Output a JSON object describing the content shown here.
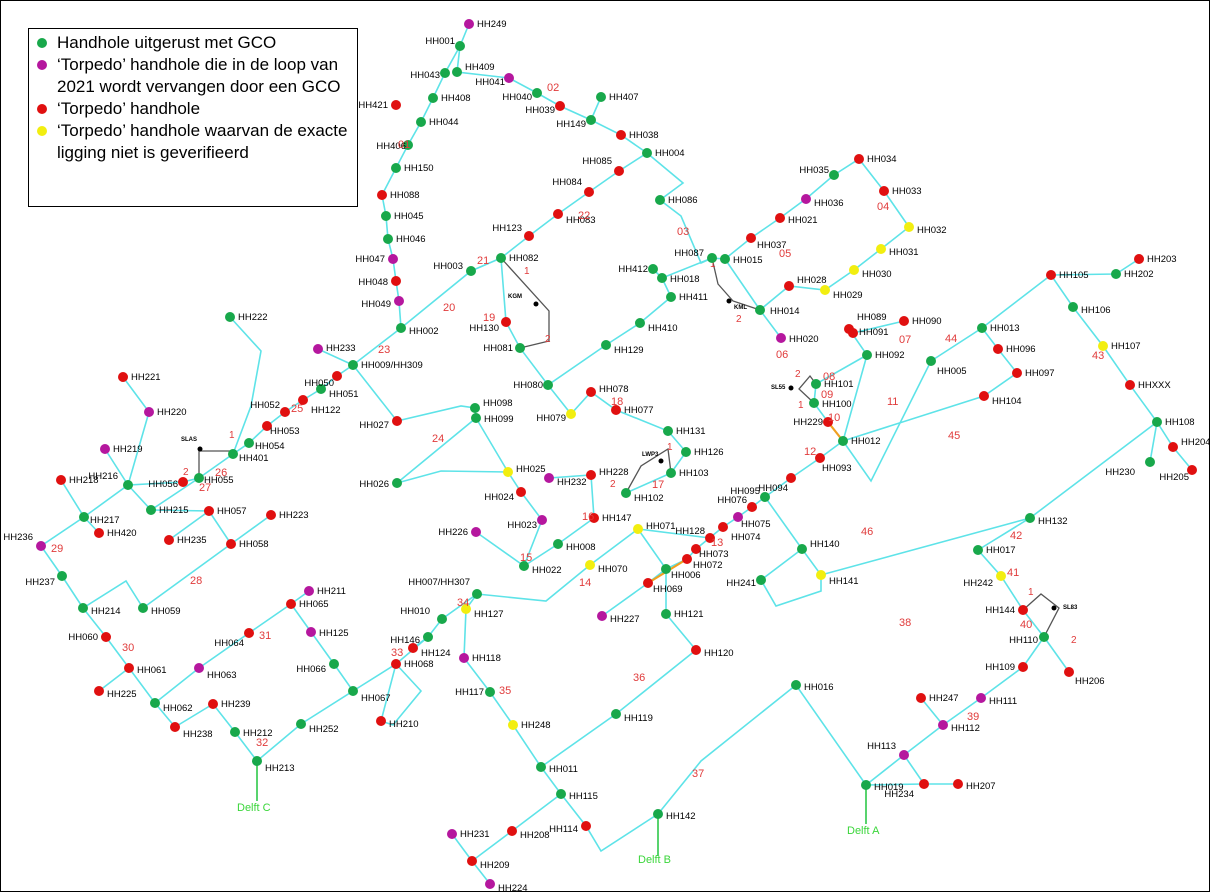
{
  "legend": {
    "items": [
      {
        "label": "Handhole uitgerust met GCO",
        "color": "#18a84b"
      },
      {
        "label": "‘Torpedo’ handhole die in de loop van 2021 wordt vervangen door een GCO",
        "color": "#b5179e"
      },
      {
        "label": "‘Torpedo’ handhole",
        "color": "#e01010"
      },
      {
        "label": "‘Torpedo’ handhole waarvan de exacte ligging niet is geverifieerd",
        "color": "#f2ee10"
      }
    ]
  },
  "colors": {
    "cable": "#5ee3e8",
    "connector": "#555555",
    "feeder": "#2ec84a",
    "segment_label": "#e03b3b",
    "orange_link": "#f0a020"
  },
  "handholes": [
    {
      "id": "HH249",
      "t": "p",
      "lp": "r"
    },
    {
      "id": "HH001",
      "t": "g",
      "lp": "l"
    },
    {
      "id": "HH043",
      "t": "g",
      "lp": "l"
    },
    {
      "id": "HH409",
      "t": "g",
      "lp": "r"
    },
    {
      "id": "HH041",
      "t": "p",
      "lp": "l"
    },
    {
      "id": "HH040",
      "t": "g",
      "lp": "l"
    },
    {
      "id": "HH039",
      "t": "r",
      "lp": "l"
    },
    {
      "id": "HH407",
      "t": "g",
      "lp": "r"
    },
    {
      "id": "HH149",
      "t": "g",
      "lp": "l"
    },
    {
      "id": "HH038",
      "t": "r",
      "lp": "r"
    },
    {
      "id": "HH004",
      "t": "g",
      "lp": "r"
    },
    {
      "id": "HH421",
      "t": "r",
      "lp": "l"
    },
    {
      "id": "HH408",
      "t": "g",
      "lp": "r"
    },
    {
      "id": "HH044",
      "t": "g",
      "lp": "r"
    },
    {
      "id": "HH406",
      "t": "g",
      "lp": "r"
    },
    {
      "id": "HH150",
      "t": "g",
      "lp": "r"
    },
    {
      "id": "HH088",
      "t": "r",
      "lp": "r"
    },
    {
      "id": "HH045",
      "t": "g",
      "lp": "r"
    },
    {
      "id": "HH046",
      "t": "g",
      "lp": "r"
    },
    {
      "id": "HH047",
      "t": "p",
      "lp": "l"
    },
    {
      "id": "HH048",
      "t": "r",
      "lp": "l"
    },
    {
      "id": "HH049",
      "t": "p",
      "lp": "l"
    },
    {
      "id": "HH002",
      "t": "g",
      "lp": "r"
    },
    {
      "id": "HH003",
      "t": "g",
      "lp": "l"
    },
    {
      "id": "HH082",
      "t": "g",
      "lp": "r"
    },
    {
      "id": "HH123",
      "t": "r",
      "lp": "l"
    },
    {
      "id": "HH083",
      "t": "r",
      "lp": "r"
    },
    {
      "id": "HH084",
      "t": "r",
      "lp": "l"
    },
    {
      "id": "HH085",
      "t": "r",
      "lp": "l"
    },
    {
      "id": "HH086",
      "t": "g",
      "lp": "r"
    },
    {
      "id": "HH130",
      "t": "r",
      "lp": "l"
    },
    {
      "id": "HH081",
      "t": "g",
      "lp": "l"
    },
    {
      "id": "HH233",
      "t": "p",
      "lp": "r"
    },
    {
      "id": "HH009/HH309",
      "t": "g",
      "lp": "r"
    },
    {
      "id": "HH050",
      "t": "r",
      "lp": "r"
    },
    {
      "id": "HH051",
      "t": "g",
      "lp": "r"
    },
    {
      "id": "HH122",
      "t": "r",
      "lp": "r"
    },
    {
      "id": "HH052",
      "t": "r",
      "lp": "l"
    },
    {
      "id": "HH053",
      "t": "r",
      "lp": "r"
    },
    {
      "id": "HH027",
      "t": "r",
      "lp": "l"
    },
    {
      "id": "HH098",
      "t": "g",
      "lp": "r"
    },
    {
      "id": "HH099",
      "t": "g",
      "lp": "r"
    },
    {
      "id": "HH026",
      "t": "g",
      "lp": "l"
    },
    {
      "id": "HH222",
      "t": "g",
      "lp": "r"
    },
    {
      "id": "HH221",
      "t": "r",
      "lp": "r"
    },
    {
      "id": "HH220",
      "t": "p",
      "lp": "r"
    },
    {
      "id": "HH219",
      "t": "p",
      "lp": "r"
    },
    {
      "id": "HH216",
      "t": "g",
      "lp": "r"
    },
    {
      "id": "HH054",
      "t": "g",
      "lp": "r"
    },
    {
      "id": "HH401",
      "t": "g",
      "lp": "r"
    },
    {
      "id": "HH056",
      "t": "r",
      "lp": "l"
    },
    {
      "id": "HH055",
      "t": "g",
      "lp": "r"
    },
    {
      "id": "HH218",
      "t": "r",
      "lp": "r"
    },
    {
      "id": "HH217",
      "t": "g",
      "lp": "r"
    },
    {
      "id": "HH420",
      "t": "r",
      "lp": "r"
    },
    {
      "id": "HH215",
      "t": "g",
      "lp": "r"
    },
    {
      "id": "HH057",
      "t": "r",
      "lp": "r"
    },
    {
      "id": "HH235",
      "t": "r",
      "lp": "r"
    },
    {
      "id": "HH223",
      "t": "r",
      "lp": "r"
    },
    {
      "id": "HH058",
      "t": "r",
      "lp": "r"
    },
    {
      "id": "HH236",
      "t": "p",
      "lp": "l"
    },
    {
      "id": "HH237",
      "t": "g",
      "lp": "l"
    },
    {
      "id": "HH214",
      "t": "g",
      "lp": "r"
    },
    {
      "id": "HH059",
      "t": "g",
      "lp": "r"
    },
    {
      "id": "HH060",
      "t": "r",
      "lp": "l"
    },
    {
      "id": "HH061",
      "t": "r",
      "lp": "r"
    },
    {
      "id": "HH225",
      "t": "r",
      "lp": "r"
    },
    {
      "id": "HH062",
      "t": "g",
      "lp": "r"
    },
    {
      "id": "HH238",
      "t": "r",
      "lp": "r"
    },
    {
      "id": "HH063",
      "t": "p",
      "lp": "r"
    },
    {
      "id": "HH239",
      "t": "r",
      "lp": "r"
    },
    {
      "id": "HH212",
      "t": "g",
      "lp": "r"
    },
    {
      "id": "HH213",
      "t": "g",
      "lp": "r"
    },
    {
      "id": "HH064",
      "t": "r",
      "lp": "r"
    },
    {
      "id": "HH211",
      "t": "p",
      "lp": "r"
    },
    {
      "id": "HH065",
      "t": "r",
      "lp": "r"
    },
    {
      "id": "HH125",
      "t": "p",
      "lp": "r"
    },
    {
      "id": "HH066",
      "t": "g",
      "lp": "l"
    },
    {
      "id": "HH067",
      "t": "g",
      "lp": "r"
    },
    {
      "id": "HH252",
      "t": "g",
      "lp": "r"
    },
    {
      "id": "HH068",
      "t": "r",
      "lp": "r"
    },
    {
      "id": "HH210",
      "t": "r",
      "lp": "r"
    },
    {
      "id": "HH010",
      "t": "g",
      "lp": "l"
    },
    {
      "id": "HH146",
      "t": "g",
      "lp": "l"
    },
    {
      "id": "HH124",
      "t": "r",
      "lp": "r"
    },
    {
      "id": "HH118",
      "t": "p",
      "lp": "r"
    },
    {
      "id": "HH007/HH307",
      "t": "g",
      "lp": "l"
    },
    {
      "id": "HH127",
      "t": "y",
      "lp": "r"
    },
    {
      "id": "HH117",
      "t": "g",
      "lp": "l"
    },
    {
      "id": "HH248",
      "t": "y",
      "lp": "r"
    },
    {
      "id": "HH011",
      "t": "g",
      "lp": "r"
    },
    {
      "id": "HH115",
      "t": "g",
      "lp": "r"
    },
    {
      "id": "HH114",
      "t": "r",
      "lp": "l"
    },
    {
      "id": "HH208",
      "t": "r",
      "lp": "r"
    },
    {
      "id": "HH231",
      "t": "p",
      "lp": "r"
    },
    {
      "id": "HH209",
      "t": "r",
      "lp": "r"
    },
    {
      "id": "HH224",
      "t": "p",
      "lp": "r"
    },
    {
      "id": "HH079",
      "t": "y",
      "lp": "l"
    },
    {
      "id": "HH080",
      "t": "g",
      "lp": "l"
    },
    {
      "id": "HH078",
      "t": "r",
      "lp": "r"
    },
    {
      "id": "HH077",
      "t": "r",
      "lp": "r"
    },
    {
      "id": "HH131",
      "t": "g",
      "lp": "r"
    },
    {
      "id": "HH126",
      "t": "g",
      "lp": "r"
    },
    {
      "id": "HH103",
      "t": "g",
      "lp": "r"
    },
    {
      "id": "HH102",
      "t": "g",
      "lp": "r"
    },
    {
      "id": "HH025",
      "t": "y",
      "lp": "r"
    },
    {
      "id": "HH232",
      "t": "p",
      "lp": "r"
    },
    {
      "id": "HH024",
      "t": "r",
      "lp": "l"
    },
    {
      "id": "HH228",
      "t": "r",
      "lp": "r"
    },
    {
      "id": "HH023",
      "t": "p",
      "lp": "l"
    },
    {
      "id": "HH147",
      "t": "r",
      "lp": "r"
    },
    {
      "id": "HH226",
      "t": "p",
      "lp": "l"
    },
    {
      "id": "HH008",
      "t": "g",
      "lp": "r"
    },
    {
      "id": "HH022",
      "t": "g",
      "lp": "r"
    },
    {
      "id": "HH070",
      "t": "y",
      "lp": "r"
    },
    {
      "id": "HH071",
      "t": "y",
      "lp": "r"
    },
    {
      "id": "HH128",
      "t": "r",
      "lp": "l"
    },
    {
      "id": "HH073",
      "t": "r",
      "lp": "r"
    },
    {
      "id": "HH072",
      "t": "r",
      "lp": "r"
    },
    {
      "id": "HH006",
      "t": "g",
      "lp": "r"
    },
    {
      "id": "HH069",
      "t": "r",
      "lp": "r"
    },
    {
      "id": "HH227",
      "t": "p",
      "lp": "r"
    },
    {
      "id": "HH121",
      "t": "g",
      "lp": "r"
    },
    {
      "id": "HH120",
      "t": "r",
      "lp": "r"
    },
    {
      "id": "HH119",
      "t": "g",
      "lp": "r"
    },
    {
      "id": "HH129",
      "t": "g",
      "lp": "r"
    },
    {
      "id": "HH410",
      "t": "g",
      "lp": "r"
    },
    {
      "id": "HH411",
      "t": "g",
      "lp": "r"
    },
    {
      "id": "HH412",
      "t": "g",
      "lp": "l"
    },
    {
      "id": "HH018",
      "t": "g",
      "lp": "r"
    },
    {
      "id": "HH087",
      "t": "g",
      "lp": "l"
    },
    {
      "id": "HH015",
      "t": "g",
      "lp": "r"
    },
    {
      "id": "HH037",
      "t": "r",
      "lp": "r"
    },
    {
      "id": "HH021",
      "t": "r",
      "lp": "r"
    },
    {
      "id": "HH035",
      "t": "g",
      "lp": "l"
    },
    {
      "id": "HH036",
      "t": "p",
      "lp": "r"
    },
    {
      "id": "HH034",
      "t": "r",
      "lp": "r"
    },
    {
      "id": "HH033",
      "t": "r",
      "lp": "r"
    },
    {
      "id": "HH032",
      "t": "y",
      "lp": "r"
    },
    {
      "id": "HH031",
      "t": "y",
      "lp": "r"
    },
    {
      "id": "HH030",
      "t": "y",
      "lp": "r"
    },
    {
      "id": "HH029",
      "t": "y",
      "lp": "r"
    },
    {
      "id": "HH028",
      "t": "r",
      "lp": "r"
    },
    {
      "id": "HH014",
      "t": "g",
      "lp": "r"
    },
    {
      "id": "HH020",
      "t": "p",
      "lp": "r"
    },
    {
      "id": "HH089",
      "t": "r",
      "lp": "r"
    },
    {
      "id": "HH091",
      "t": "r",
      "lp": "r"
    },
    {
      "id": "HH090",
      "t": "r",
      "lp": "r"
    },
    {
      "id": "HH092",
      "t": "g",
      "lp": "r"
    },
    {
      "id": "HH101",
      "t": "g",
      "lp": "r"
    },
    {
      "id": "HH100",
      "t": "g",
      "lp": "r"
    },
    {
      "id": "HH229",
      "t": "r",
      "lp": "l"
    },
    {
      "id": "HH012",
      "t": "g",
      "lp": "r"
    },
    {
      "id": "HH093",
      "t": "r",
      "lp": "r"
    },
    {
      "id": "HH094",
      "t": "r",
      "lp": "r"
    },
    {
      "id": "HH095",
      "t": "g",
      "lp": "l"
    },
    {
      "id": "HH076",
      "t": "r",
      "lp": "l"
    },
    {
      "id": "HH075",
      "t": "p",
      "lp": "r"
    },
    {
      "id": "HH074",
      "t": "r",
      "lp": "r"
    },
    {
      "id": "HH140",
      "t": "g",
      "lp": "r"
    },
    {
      "id": "HH241",
      "t": "g",
      "lp": "l"
    },
    {
      "id": "HH141",
      "t": "y",
      "lp": "r"
    },
    {
      "id": "HH005",
      "t": "g",
      "lp": "r"
    },
    {
      "id": "HH013",
      "t": "g",
      "lp": "r"
    },
    {
      "id": "HH096",
      "t": "r",
      "lp": "r"
    },
    {
      "id": "HH097",
      "t": "r",
      "lp": "r"
    },
    {
      "id": "HH104",
      "t": "r",
      "lp": "r"
    },
    {
      "id": "HH105",
      "t": "r",
      "lp": "r"
    },
    {
      "id": "HH106",
      "t": "g",
      "lp": "r"
    },
    {
      "id": "HH202",
      "t": "g",
      "lp": "r"
    },
    {
      "id": "HH203",
      "t": "r",
      "lp": "r"
    },
    {
      "id": "HH107",
      "t": "y",
      "lp": "r"
    },
    {
      "id": "HHXXX",
      "t": "r",
      "lp": "r"
    },
    {
      "id": "HH108",
      "t": "g",
      "lp": "r"
    },
    {
      "id": "HH204",
      "t": "r",
      "lp": "r"
    },
    {
      "id": "HH205",
      "t": "r",
      "lp": "r"
    },
    {
      "id": "HH230",
      "t": "g",
      "lp": "r"
    },
    {
      "id": "HH132",
      "t": "g",
      "lp": "r"
    },
    {
      "id": "HH017",
      "t": "g",
      "lp": "r"
    },
    {
      "id": "HH242",
      "t": "y",
      "lp": "l"
    },
    {
      "id": "HH144",
      "t": "r",
      "lp": "l"
    },
    {
      "id": "HH110",
      "t": "g",
      "lp": "l"
    },
    {
      "id": "HH109",
      "t": "r",
      "lp": "l"
    },
    {
      "id": "HH206",
      "t": "r",
      "lp": "r"
    },
    {
      "id": "HH111",
      "t": "p",
      "lp": "r"
    },
    {
      "id": "HH247",
      "t": "r",
      "lp": "r"
    },
    {
      "id": "HH112",
      "t": "p",
      "lp": "r"
    },
    {
      "id": "HH113",
      "t": "p",
      "lp": "l"
    },
    {
      "id": "HH019",
      "t": "g",
      "lp": "r"
    },
    {
      "id": "HH234",
      "t": "r",
      "lp": "r"
    },
    {
      "id": "HH207",
      "t": "r",
      "lp": "r"
    },
    {
      "id": "HH016",
      "t": "g",
      "lp": "r"
    },
    {
      "id": "HH142",
      "t": "g",
      "lp": "r"
    }
  ],
  "segment_labels": [
    "02",
    "01",
    "03",
    "04",
    "05",
    "06",
    "07",
    "08",
    "09",
    "10",
    "11",
    "12",
    "13",
    "14",
    "15",
    "16",
    "17",
    "18",
    "19",
    "20",
    "21",
    "22",
    "23",
    "24",
    "25",
    "26",
    "27",
    "28",
    "29",
    "30",
    "31",
    "32",
    "33",
    "34",
    "35",
    "36",
    "37",
    "38",
    "39",
    "40",
    "41",
    "42",
    "43",
    "44",
    "45",
    "46"
  ],
  "pump_labels": [
    "KGM",
    "KML",
    "SLAS",
    "LWP3",
    "SL55",
    "SL83"
  ],
  "pump_numbers": [
    "1",
    "2",
    "1",
    "2",
    "1",
    "2",
    "1",
    "2",
    "2",
    "1",
    "1",
    "2"
  ],
  "feeder_labels": [
    "Delft C",
    "Delft B",
    "Delft A"
  ]
}
